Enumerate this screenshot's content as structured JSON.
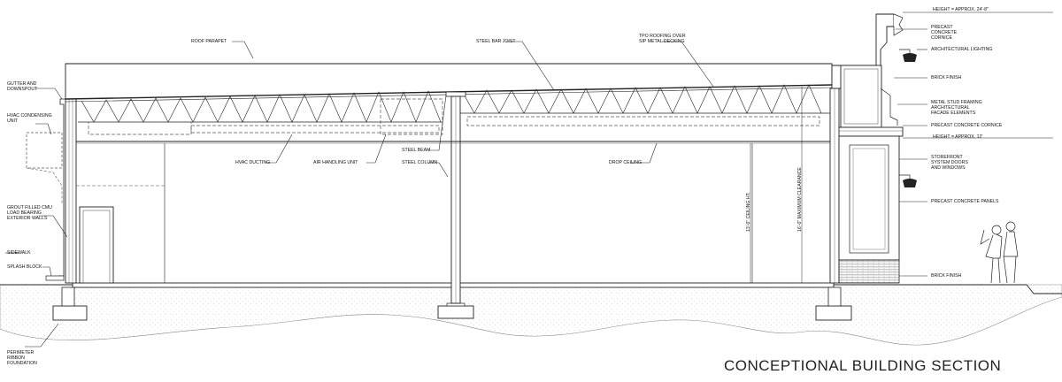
{
  "title": "CONCEPTIONAL BUILDING SECTION",
  "labels": {
    "roof_parapet": "ROOF PARAPET",
    "steel_bar_joist": "STEEL BAR JOIST",
    "tpo_roofing": [
      "TPO ROOFING OVER",
      "SIP METAL DECKING"
    ],
    "gutter": [
      "GUTTER AND",
      "DOWNSPOUT"
    ],
    "hvac_condensing": [
      "HVAC CONDENSING",
      "UNIT"
    ],
    "hvac_ducting": "HVAC DUCTING",
    "air_handling": "AIR HANDLING UNIT",
    "steel_beam": "STEEL BEAM",
    "steel_column": "STEEL COLUMN",
    "drop_ceiling": "DROP CEILING",
    "grout_walls": [
      "GROUT FILLED CMU",
      "LOAD BEARING",
      "EXTERIOR WALLS"
    ],
    "sidewalk": "SIDEWALK",
    "splash_block": "SPLASH BLOCK",
    "perimeter_foundation": [
      "PERIMETER",
      "RIBBON",
      "FOUNDATION"
    ],
    "height_top": "HEIGHT = APPROX. 24'-8\"",
    "precast_cornice": [
      "PRECAST",
      "CONCRETE",
      "CORNICE"
    ],
    "architectural_lighting": "ARCHITECTURAL LIGHTING",
    "brick_finish_upper": "BRICK FINISH",
    "metal_stud": [
      "METAL STUD FRAMING",
      "ARCHITECTURAL",
      "FACADE ELEMENTS"
    ],
    "precast_cornice_2": "PRECAST CONCRETE CORNICE",
    "height_mid": "HEIGHT = APPROX. 12'",
    "storefront": [
      "STOREFRONT",
      "SYSTEM DOORS",
      "AND WINDOWS"
    ],
    "precast_panels": "PRECAST CONCRETE PANELS",
    "brick_finish_lower": "BRICK FINISH",
    "ceiling_ht": "13'-0\" CEILING HT.",
    "max_clearance": "16'-0\" MAXIMUM CLEARANCE"
  }
}
